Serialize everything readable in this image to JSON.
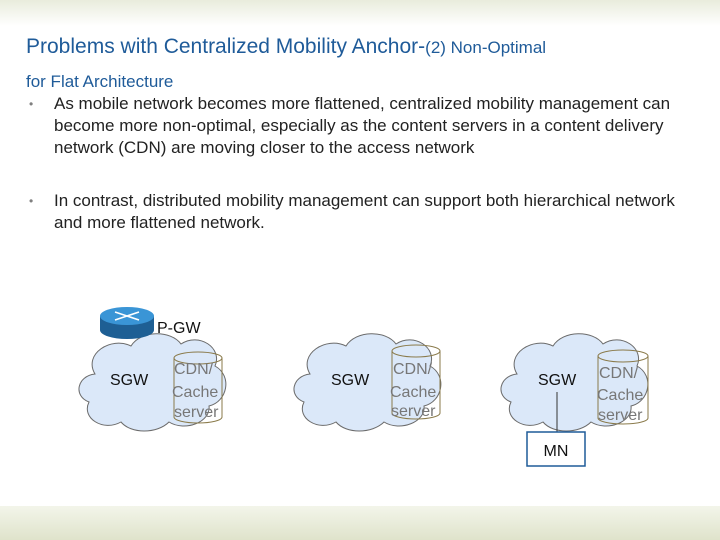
{
  "title": {
    "main": "Problems with Centralized Mobility Anchor-",
    "suffix": "(2) Non-Optimal",
    "line2": "for Flat Architecture"
  },
  "bullets": [
    "As mobile network becomes more flattened, centralized mobility management can become more non-optimal, especially as the content servers in a content delivery network (CDN) are moving closer to the access network",
    "In contrast, distributed mobility management can support both hierarchical network and more flattened network."
  ],
  "diagram": {
    "pgw_label": "P-GW",
    "sgw_label": "SGW",
    "cdn_lines": [
      "CDN/",
      "Cache",
      "server"
    ],
    "mn_label": "MN",
    "colors": {
      "cloud_fill": "#dbe8f9",
      "cloud_stroke": "#6b6b6b",
      "router_fill": "#2b80c0",
      "cylinder_stroke": "#8a7a4a",
      "mn_stroke": "#1f5b99",
      "title": "#1f5b99"
    }
  }
}
